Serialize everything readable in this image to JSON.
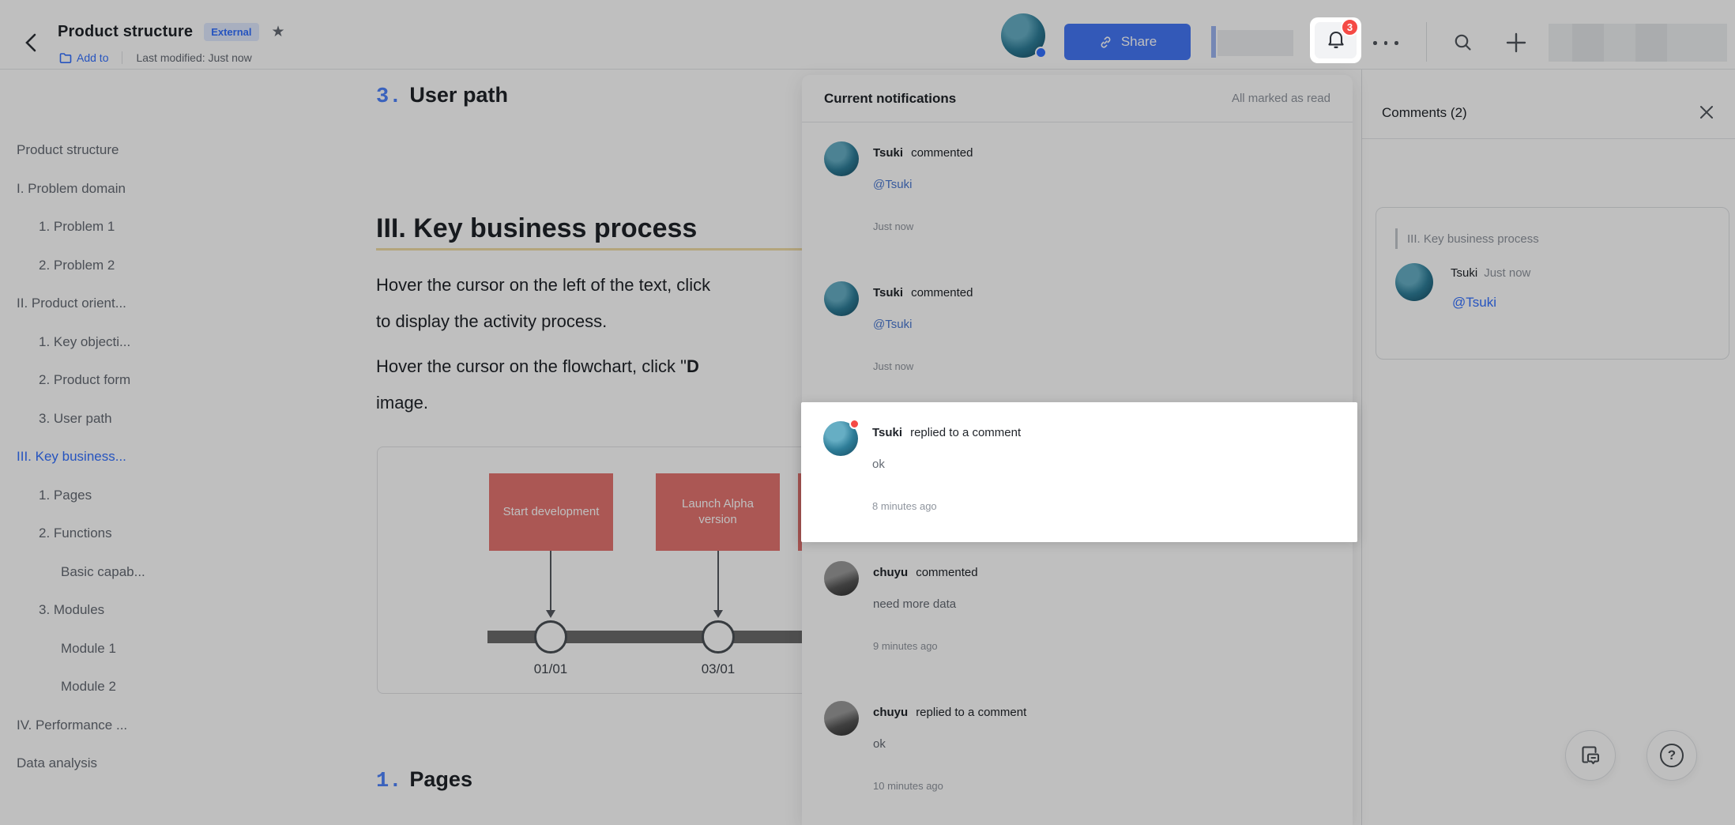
{
  "header": {
    "title": "Product structure",
    "badge": "External",
    "add_to": "Add to",
    "last_modified": "Last modified: Just now",
    "share_label": "Share",
    "notification_count": "3"
  },
  "sidebar": {
    "items": [
      {
        "label": "Product structure",
        "level": 0
      },
      {
        "label": "I. Problem domain",
        "level": 0
      },
      {
        "label": "1. Problem 1",
        "level": 1
      },
      {
        "label": "2. Problem 2",
        "level": 1
      },
      {
        "label": "II. Product orient...",
        "level": 0
      },
      {
        "label": "1. Key objecti...",
        "level": 1
      },
      {
        "label": "2. Product form",
        "level": 1
      },
      {
        "label": "3. User path",
        "level": 1
      },
      {
        "label": "III. Key business...",
        "level": 0,
        "active": true
      },
      {
        "label": "1. Pages",
        "level": 1
      },
      {
        "label": "2. Functions",
        "level": 1
      },
      {
        "label": "Basic capab...",
        "level": 2
      },
      {
        "label": "3. Modules",
        "level": 1
      },
      {
        "label": "Module 1",
        "level": 2
      },
      {
        "label": "Module 2",
        "level": 2
      },
      {
        "label": "IV. Performance ...",
        "level": 0
      },
      {
        "label": "Data analysis",
        "level": 0
      }
    ]
  },
  "document": {
    "heading_user_path": {
      "num": "3.",
      "label": "User path"
    },
    "heading_main": "III. Key business process",
    "p1_line1": "Hover the cursor on the left of the text, click",
    "p1_line2": "to display the activity process.",
    "p2_pre": "Hover the cursor on the flowchart, click \"",
    "p2_bold": "D",
    "p2_line2": "image.",
    "heading_pages": {
      "num": "1.",
      "label": "Pages"
    },
    "flowchart": {
      "box1": "Start development",
      "box2": "Launch Alpha version",
      "date1": "01/01",
      "date2": "03/01"
    }
  },
  "notifications": {
    "title": "Current notifications",
    "mark_read": "All marked as read",
    "items": [
      {
        "name": "Tsuki",
        "action": "commented",
        "body": "@Tsuki",
        "time": "Just now"
      },
      {
        "name": "Tsuki",
        "action": "commented",
        "body": "@Tsuki",
        "time": "Just now"
      },
      {
        "name": "Tsuki",
        "action": "replied to a comment",
        "body": "ok",
        "time": "8 minutes ago"
      },
      {
        "name": "chuyu",
        "action": "commented",
        "body": "need more data",
        "time": "9 minutes ago"
      },
      {
        "name": "chuyu",
        "action": "replied to a comment",
        "body": "ok",
        "time": "10 minutes ago"
      }
    ]
  },
  "comments": {
    "title": "Comments (2)",
    "quote": "III. Key business process",
    "author": "Tsuki",
    "time": "Just now",
    "mention": "@Tsuki"
  },
  "fab": {
    "help": "?"
  },
  "colors": {
    "accent": "#3370ff",
    "badge_bg": "#e1eaff",
    "alert_red": "#f54a45",
    "flow_red": "#e57470",
    "comment_underline": "#f0dca6"
  }
}
